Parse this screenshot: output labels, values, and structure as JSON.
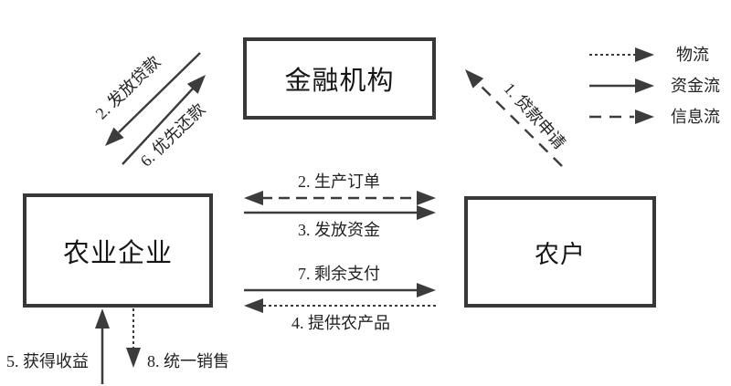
{
  "nodes": {
    "financial_institution": "金融机构",
    "agricultural_enterprise": "农业企业",
    "farmer": "农户"
  },
  "flows": {
    "loan_apply": "1. 贷款申请",
    "loan_disburse": "2. 发放贷款",
    "production_order": "2. 生产订单",
    "fund_disburse": "3. 发放资金",
    "provide_products": "4. 提供农产品",
    "gain_income": "5. 获得收益",
    "priority_repay": "6. 优先还款",
    "remaining_payment": "7. 剩余支付",
    "unified_sales": "8. 统一销售"
  },
  "legend": {
    "logistics": "物流",
    "capital_flow": "资金流",
    "information_flow": "信息流"
  },
  "colors": {
    "line": "#3c3c3c",
    "border": "#383838",
    "text": "#1e1e1e",
    "background": "#ffffff"
  }
}
